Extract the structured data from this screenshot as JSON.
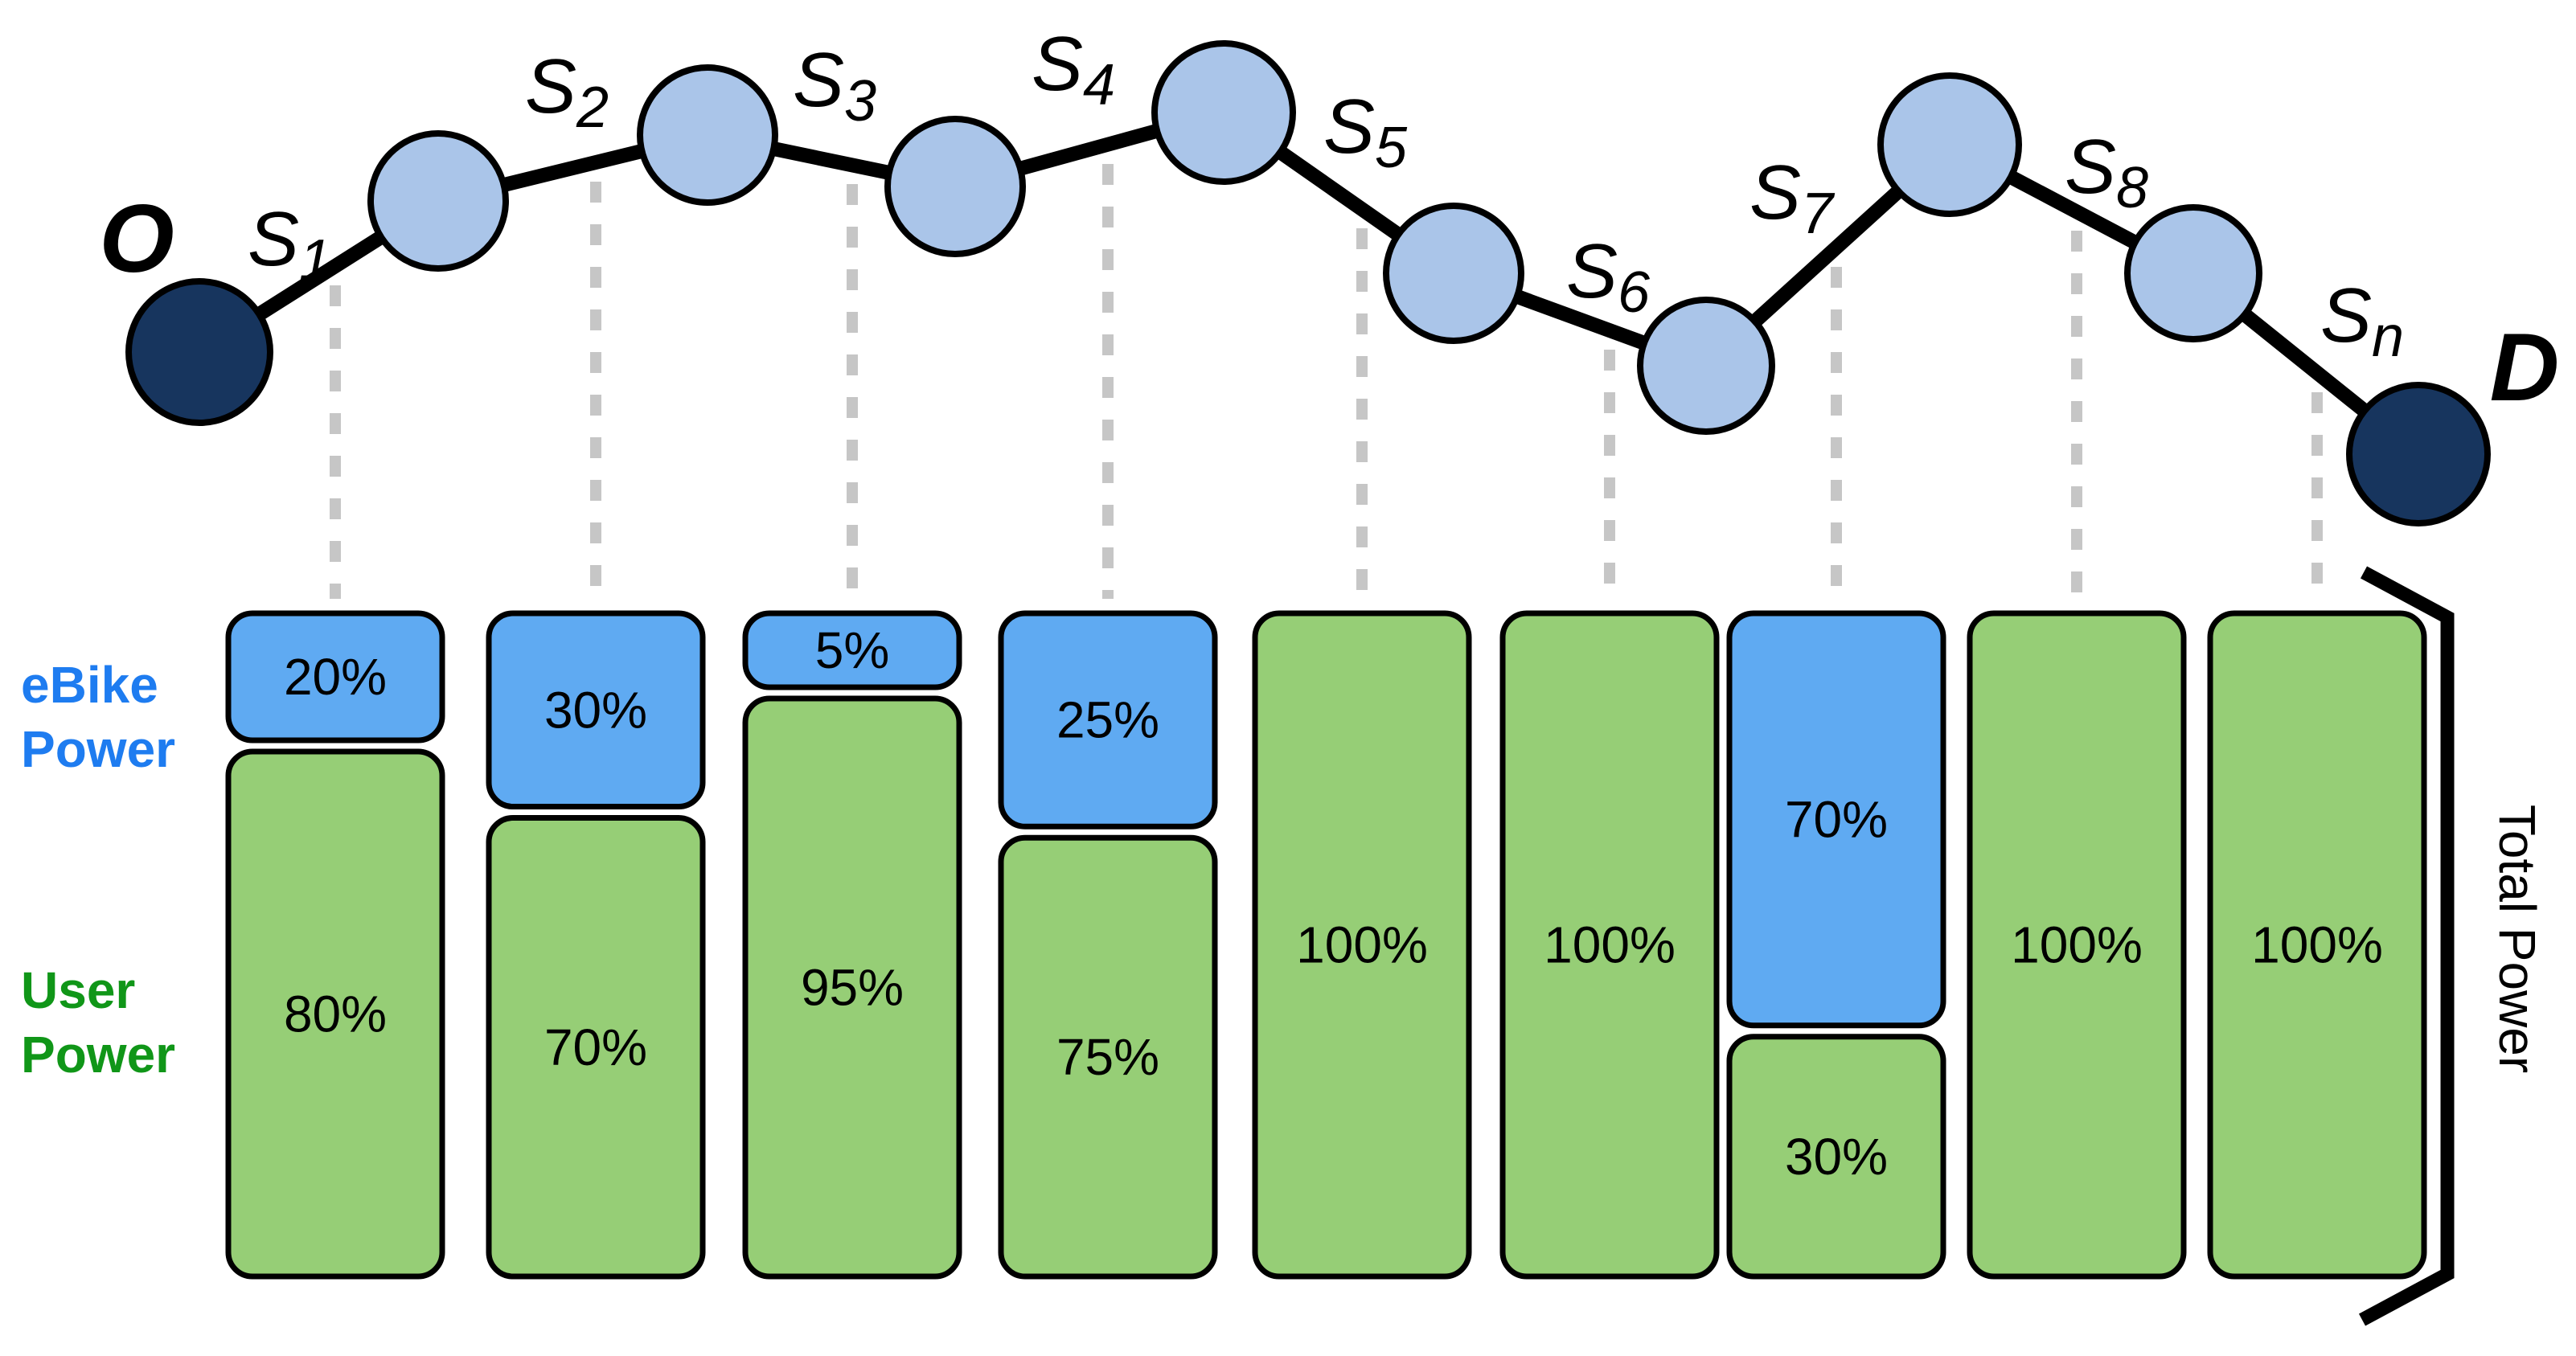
{
  "route": {
    "origin_label": "O",
    "destination_label": "D",
    "segment_labels": [
      {
        "base": "S",
        "sub": "1"
      },
      {
        "base": "S",
        "sub": "2"
      },
      {
        "base": "S",
        "sub": "3"
      },
      {
        "base": "S",
        "sub": "4"
      },
      {
        "base": "S",
        "sub": "5"
      },
      {
        "base": "S",
        "sub": "6"
      },
      {
        "base": "S",
        "sub": "7"
      },
      {
        "base": "S",
        "sub": "8"
      },
      {
        "base": "S",
        "sub": "n"
      }
    ]
  },
  "legend": {
    "ebike": {
      "line1": "eBike",
      "line2": "Power",
      "color": "#1e7cf0"
    },
    "user": {
      "line1": "User",
      "line2": "Power",
      "color": "#109618"
    },
    "total": "Total Power"
  },
  "colors": {
    "endpoint_node": "#17355e",
    "intermediate_node": "#aac5e9",
    "ebike_block": "#5faaf2",
    "user_block": "#96ce76",
    "path_line": "#000000",
    "guide_line": "#c6c6c6"
  },
  "chart_data": {
    "type": "bar",
    "stacked": true,
    "categories": [
      "S1",
      "S2",
      "S3",
      "S4",
      "S5",
      "S6",
      "S7",
      "S8",
      "Sn"
    ],
    "series": [
      {
        "name": "eBike Power",
        "values": [
          20,
          30,
          5,
          25,
          0,
          0,
          70,
          0,
          0
        ],
        "labels": [
          "20%",
          "30%",
          "5%",
          "25%",
          "",
          "",
          "70%",
          "",
          ""
        ]
      },
      {
        "name": "User Power",
        "values": [
          80,
          70,
          95,
          75,
          100,
          100,
          30,
          100,
          100
        ],
        "labels": [
          "80%",
          "70%",
          "95%",
          "75%",
          "100%",
          "100%",
          "30%",
          "100%",
          "100%"
        ]
      }
    ],
    "ylabel_right": "Total Power",
    "legend_position": "left",
    "grid": false
  }
}
